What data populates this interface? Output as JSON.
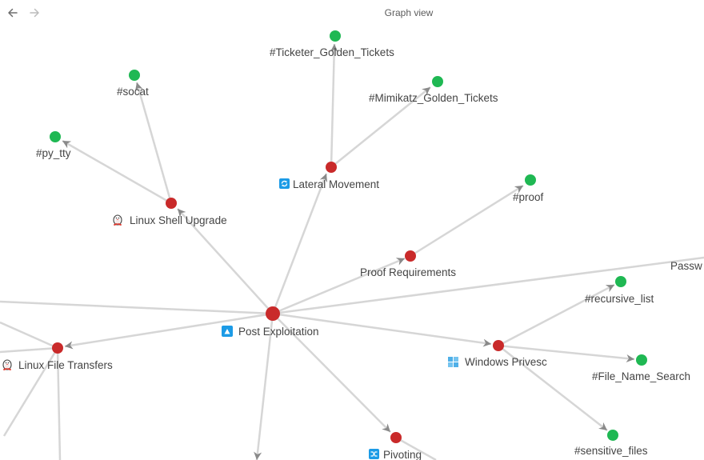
{
  "window": {
    "title": "Graph view"
  },
  "toolbar": {
    "back_icon": "arrow-left-icon",
    "forward_icon": "arrow-right-icon"
  },
  "colors": {
    "note_node": "#c92a2a",
    "tag_node": "#1fb853",
    "edge": "#d6d6d6",
    "arrow": "#8a8a8a",
    "label": "#444444"
  },
  "graph": {
    "nodes": [
      {
        "id": "post",
        "label": "Post Exploitation",
        "type": "note",
        "icon": "triangle-folder-icon"
      },
      {
        "id": "lateral",
        "label": "Lateral Movement",
        "type": "note",
        "icon": "refresh-folder-icon"
      },
      {
        "id": "shell",
        "label": "Linux Shell Upgrade",
        "type": "note",
        "icon": "linux-penguin-icon"
      },
      {
        "id": "proofreq",
        "label": "Proof Requirements",
        "type": "note",
        "icon": ""
      },
      {
        "id": "winpriv",
        "label": "Windows Privesc",
        "type": "note",
        "icon": "windows-logo-icon"
      },
      {
        "id": "lft",
        "label": "Linux File Transfers",
        "type": "note",
        "icon": "linux-penguin-icon"
      },
      {
        "id": "pivot",
        "label": "Pivoting",
        "type": "note",
        "icon": "shuffle-folder-icon"
      },
      {
        "id": "ticketer",
        "label": "#Ticketer_Golden_Tickets",
        "type": "tag",
        "icon": ""
      },
      {
        "id": "mimikatz",
        "label": "#Mimikatz_Golden_Tickets",
        "type": "tag",
        "icon": ""
      },
      {
        "id": "socat",
        "label": "#socat",
        "type": "tag",
        "icon": ""
      },
      {
        "id": "pytty",
        "label": "#py_tty",
        "type": "tag",
        "icon": ""
      },
      {
        "id": "proof",
        "label": "#proof",
        "type": "tag",
        "icon": ""
      },
      {
        "id": "recursive",
        "label": "#recursive_list",
        "type": "tag",
        "icon": ""
      },
      {
        "id": "filename",
        "label": "#File_Name_Search",
        "type": "tag",
        "icon": ""
      },
      {
        "id": "sensitive",
        "label": "#sensitive_files",
        "type": "tag",
        "icon": ""
      },
      {
        "id": "passw",
        "label": "Passw",
        "type": "note",
        "icon": ""
      }
    ]
  }
}
